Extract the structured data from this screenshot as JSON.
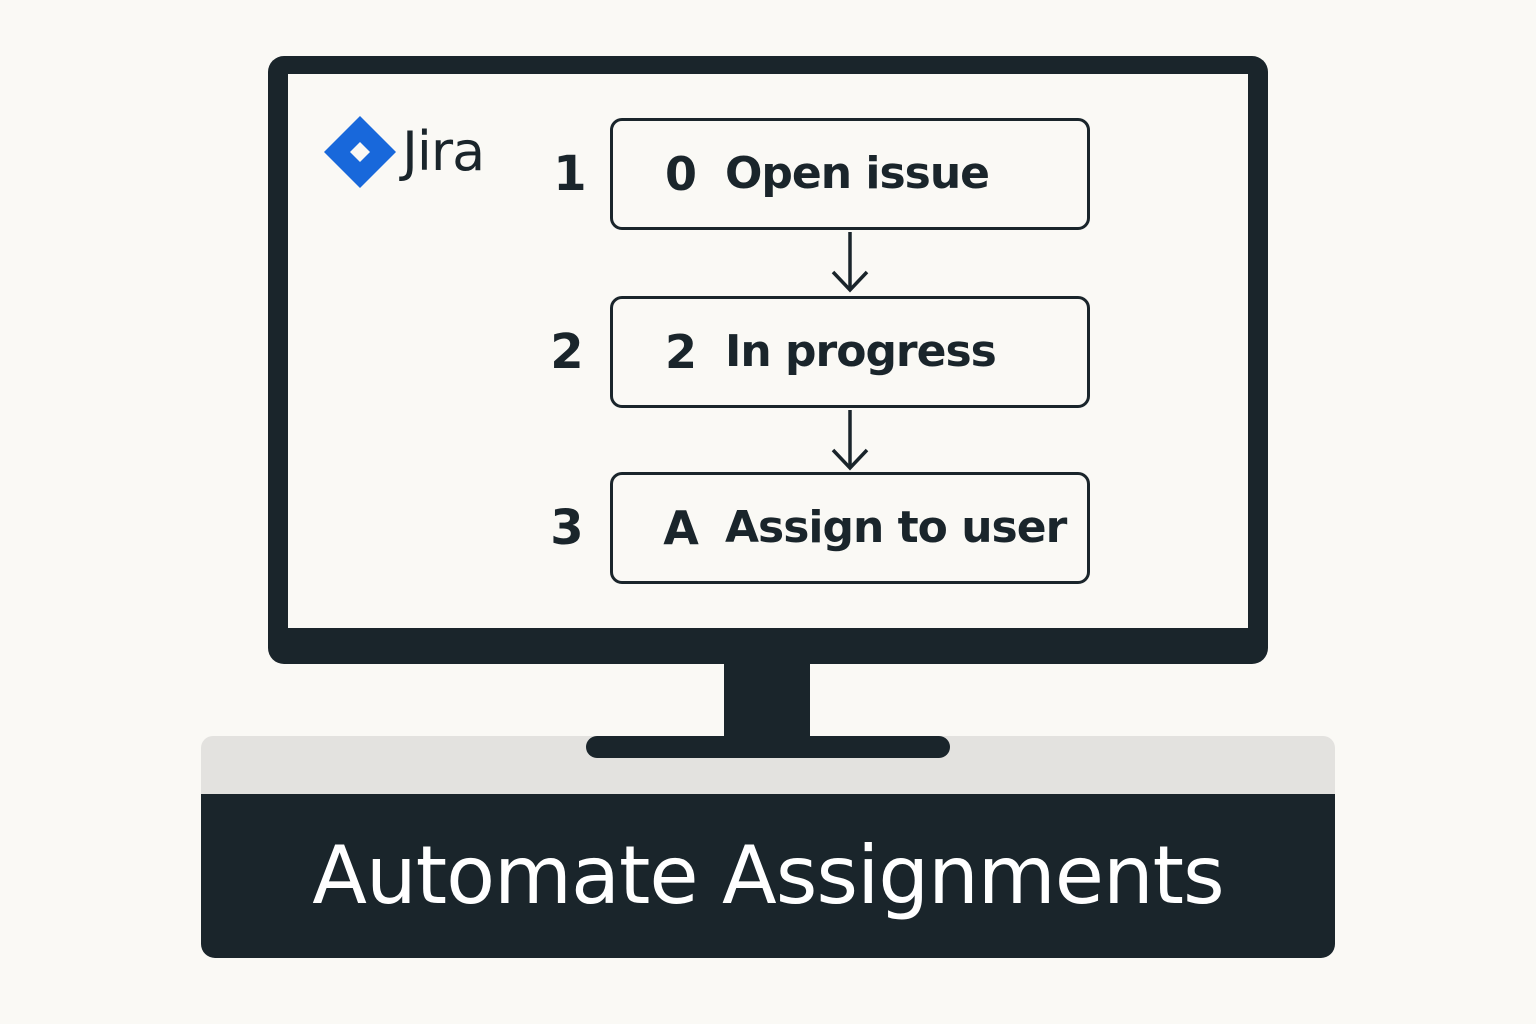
{
  "logo": {
    "text": "Jira",
    "icon": "jira-diamond-icon",
    "color": "#1868db"
  },
  "steps": [
    {
      "number": "1",
      "badge": "0",
      "label": "Open issue"
    },
    {
      "number": "2",
      "badge": "2",
      "label": "In progress"
    },
    {
      "number": "3",
      "badge": "A",
      "label": "Assign to user"
    }
  ],
  "banner": {
    "title": "Automate Assignments"
  },
  "colors": {
    "dark": "#1a252b",
    "background": "#faf9f5",
    "shelf": "#e3e2df",
    "banner_text": "#ffffff"
  }
}
